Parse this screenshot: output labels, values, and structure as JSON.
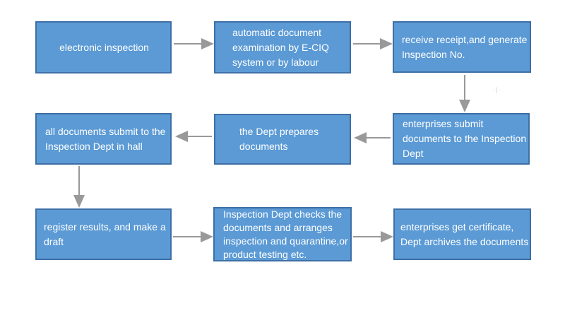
{
  "diagram": {
    "type": "flowchart",
    "colors": {
      "box_fill": "#5b9ad5",
      "box_border": "#3e6fa6",
      "box_text": "#ffffff",
      "arrow": "#999999",
      "background": "#ffffff"
    },
    "boxes": [
      {
        "id": "electronic-inspection",
        "lines": [
          "electronic inspection"
        ]
      },
      {
        "id": "automatic-examination",
        "lines": [
          "automatic document",
          "examination by E-CIQ",
          "system or by labour"
        ]
      },
      {
        "id": "receive-receipt",
        "lines": [
          "receive receipt,and generate",
          "Inspection No."
        ]
      },
      {
        "id": "enterprises-submit",
        "lines": [
          "enterprises submit",
          "documents to the Inspection",
          "Dept"
        ]
      },
      {
        "id": "dept-prepares",
        "lines": [
          "the Dept prepares",
          "documents"
        ]
      },
      {
        "id": "all-documents-hall",
        "lines": [
          "all documents submit to the",
          "Inspection Dept in hall"
        ]
      },
      {
        "id": "register-results",
        "lines": [
          "register results, and make a",
          "draft"
        ]
      },
      {
        "id": "dept-checks",
        "lines": [
          "Inspection Dept checks the",
          "documents and arranges",
          "inspection and quarantine,or",
          "product testing etc."
        ]
      },
      {
        "id": "get-certificate",
        "lines": [
          "enterprises get certificate,",
          "Dept archives the documents"
        ]
      }
    ],
    "arrows": [
      {
        "id": "a1",
        "from": "electronic-inspection",
        "to": "automatic-examination",
        "direction": "right"
      },
      {
        "id": "a2",
        "from": "automatic-examination",
        "to": "receive-receipt",
        "direction": "right"
      },
      {
        "id": "a3",
        "from": "receive-receipt",
        "to": "enterprises-submit",
        "direction": "down"
      },
      {
        "id": "a4",
        "from": "enterprises-submit",
        "to": "dept-prepares",
        "direction": "left"
      },
      {
        "id": "a5",
        "from": "dept-prepares",
        "to": "all-documents-hall",
        "direction": "left"
      },
      {
        "id": "a6",
        "from": "all-documents-hall",
        "to": "register-results",
        "direction": "down"
      },
      {
        "id": "a7",
        "from": "register-results",
        "to": "dept-checks",
        "direction": "right"
      },
      {
        "id": "a8",
        "from": "dept-checks",
        "to": "get-certificate",
        "direction": "right"
      }
    ],
    "faint_mark": "·|·"
  }
}
